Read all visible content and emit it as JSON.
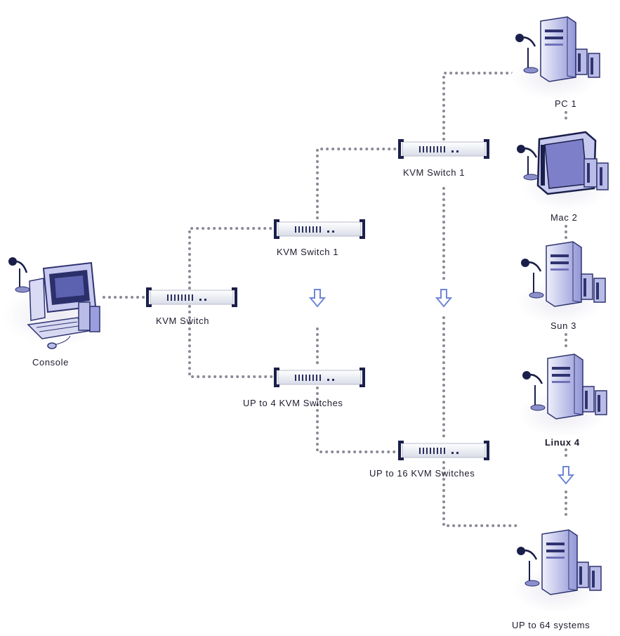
{
  "labels": {
    "console": "Console",
    "kvm_switch": "KVM Switch",
    "kvm_switch_1_mid": "KVM Switch 1",
    "kvm_switch_1_top": "KVM Switch 1",
    "up_to_4": "UP to 4 KVM Switches",
    "up_to_16": "UP to 16 KVM Switches",
    "pc1": "PC 1",
    "mac2": "Mac 2",
    "sun3": "Sun 3",
    "linux4": "Linux 4",
    "up_to_64": "UP to  64 systems"
  },
  "colors": {
    "dots": "#8a8a96",
    "switch_body": "#eef0f6",
    "switch_bracket": "#1a1f4a",
    "arrow": "#6f86d6",
    "device": "#7d80c8",
    "device_dark": "#2f3370",
    "shadow": "#e6e6ee"
  }
}
